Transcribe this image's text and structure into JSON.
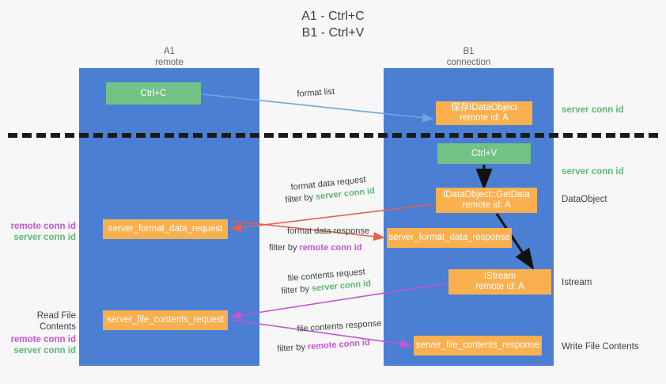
{
  "title": "A1 - Ctrl+C\nB1 - Ctrl+V",
  "lanes": [
    {
      "name": "A1",
      "header": "A1\nremote"
    },
    {
      "name": "B1",
      "header": "B1\nconnection"
    }
  ],
  "boxes": {
    "ctrl_c": "Ctrl+C",
    "save_idataobject": "保存IDataObject\nremote id: A",
    "ctrl_v": "Ctrl+V",
    "getdata": "IDataObject::GetData\nremote id: A",
    "istream": "IStream\nremote id: A",
    "server_format_data_request": "server_format_data_request",
    "server_format_data_response": "server_format_data_response",
    "server_file_contents_request": "server_file_contents_request",
    "server_file_contents_response": "server_file_contents_response"
  },
  "right_labels": {
    "server_conn_id_1": "server conn id",
    "server_conn_id_2": "server conn id",
    "dataobject": "DataObject",
    "istream": "Istream",
    "write_file_contents": "Write File Contents"
  },
  "left_labels": {
    "remote_conn_id_1": "remote conn id",
    "server_conn_id_1": "server conn id",
    "read_file_contents": "Read File Contents",
    "remote_conn_id_2": "remote conn id",
    "server_conn_id_2": "server conn id"
  },
  "annotations": {
    "format_list": "format list",
    "format_data_request": "format data request",
    "format_data_request_filter_prefix": "filter by ",
    "format_data_request_filter_value": "server conn id",
    "format_data_response": "format data response",
    "format_data_response_filter_prefix": "filter by ",
    "format_data_response_filter_value": "remote conn id",
    "file_contents_request": "file contents request",
    "file_contents_request_filter_prefix": "filter by ",
    "file_contents_request_filter_value": "server conn id",
    "file_contents_response": "file contents response",
    "file_contents_response_filter_prefix": "filter by ",
    "file_contents_response_filter_value": "remote conn id"
  },
  "colors": {
    "lane": "#4a7fd4",
    "green_box": "#72c286",
    "orange_box": "#fbb050",
    "server_conn_id": "#5cb874",
    "remote_conn_id": "#c455d4",
    "arrow_blue": "#6aa9e0",
    "arrow_red": "#e8604c",
    "arrow_magenta": "#c455d4",
    "arrow_black": "#111111",
    "background": "#f7f7f7"
  }
}
